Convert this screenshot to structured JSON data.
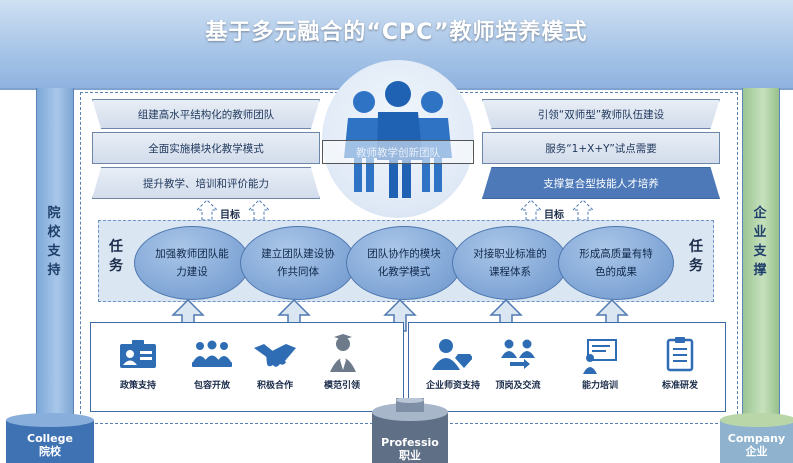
{
  "title": "基于多元融合的“CPC”教师培养模式",
  "left_pillar": {
    "label_lines": [
      "院",
      "校",
      "支",
      "持"
    ]
  },
  "right_pillar": {
    "label_lines": [
      "企",
      "业",
      "支",
      "撑"
    ]
  },
  "left_slabs": [
    "组建高水平结构化的教师团队",
    "全面实施模块化教学模式",
    "提升教学、培训和评价能力"
  ],
  "right_slabs": [
    "引领“双师型”教师队伍建设",
    "服务“1+X+Y”试点需要",
    "支撑复合型技能人才培养"
  ],
  "center_label": "教师教学创新团队",
  "goal_label": "目标",
  "task_label_lines": [
    "任",
    "务"
  ],
  "tasks": [
    {
      "line1": "加强教师团队能",
      "line2": "力建设"
    },
    {
      "line1": "建立团队建设协",
      "line2": "作共同体"
    },
    {
      "line1": "团队协作的模块",
      "line2": "化教学模式"
    },
    {
      "line1": "对接职业标准的",
      "line2": "课程体系"
    },
    {
      "line1": "形成高质量有特",
      "line2": "色的成果"
    }
  ],
  "left_supports": [
    {
      "icon": "id-card-icon",
      "label": "政策支持"
    },
    {
      "icon": "group-icon",
      "label": "包容开放"
    },
    {
      "icon": "handshake-icon",
      "label": "积极合作"
    },
    {
      "icon": "leader-icon",
      "label": "模范引领"
    }
  ],
  "right_supports": [
    {
      "icon": "teacher-diamond-icon",
      "label": "企业师资支持"
    },
    {
      "icon": "exchange-people-icon",
      "label": "顶岗及交流"
    },
    {
      "icon": "training-board-icon",
      "label": "能力培训"
    },
    {
      "icon": "clipboard-icon",
      "label": "标准研发"
    }
  ],
  "cylinders": {
    "college": {
      "line1": "College",
      "line2": "院校"
    },
    "profession": {
      "line1": "Professio",
      "line2": "职业"
    },
    "company": {
      "line1": "Company",
      "line2": "企业"
    }
  },
  "colors": {
    "primary_blue": "#4d79b9",
    "light_blue": "#a9c6e8",
    "green": "#9cc493",
    "dark_text": "#1b2c4a"
  }
}
